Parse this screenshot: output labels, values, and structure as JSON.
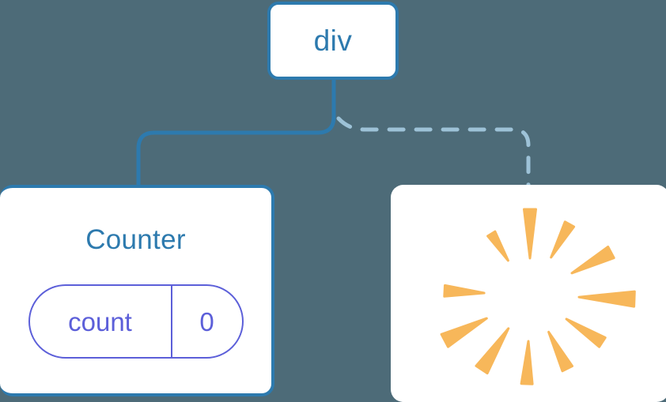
{
  "diagram": {
    "title": "component-tree",
    "background_color": "#4d6b78",
    "node_border_color": "#2d7aae",
    "node_text_color": "#2d7aae",
    "state_color": "#5c5fd9",
    "burst_color": "#f7b75a",
    "connector_solid_color": "#2d7aae",
    "connector_dashed_color": "#9dc2d7"
  },
  "nodes": {
    "root": {
      "label": "div",
      "kind": "dom-element"
    },
    "counter": {
      "label": "Counter",
      "kind": "component",
      "state": {
        "key": "count",
        "value": "0"
      }
    },
    "burst": {
      "label": "",
      "kind": "component",
      "icon": "sparkle-burst-icon",
      "rays": [
        {
          "angle": -90,
          "length": 62,
          "width": 15,
          "gap": 47
        },
        {
          "angle": -61,
          "length": 48,
          "width": 13,
          "gap": 55
        },
        {
          "angle": -28,
          "length": 56,
          "width": 16,
          "gap": 60
        },
        {
          "angle": 2,
          "length": 70,
          "width": 19,
          "gap": 62
        },
        {
          "angle": 33,
          "length": 54,
          "width": 14,
          "gap": 55
        },
        {
          "angle": 63,
          "length": 52,
          "width": 14,
          "gap": 52
        },
        {
          "angle": 92,
          "length": 54,
          "width": 14,
          "gap": 58
        },
        {
          "angle": 123,
          "length": 62,
          "width": 17,
          "gap": 50
        },
        {
          "angle": 152,
          "length": 60,
          "width": 18,
          "gap": 62
        },
        {
          "angle": -177,
          "length": 50,
          "width": 14,
          "gap": 58
        },
        {
          "angle": -122,
          "length": 40,
          "width": 11,
          "gap": 52
        }
      ]
    }
  },
  "connectors": [
    {
      "name": "root-to-counter",
      "style": "solid",
      "from": "root",
      "to": "counter",
      "color": "#2d7aae"
    },
    {
      "name": "root-to-burst",
      "style": "dashed",
      "from": "root",
      "to": "burst",
      "color": "#9dc2d7"
    }
  ]
}
